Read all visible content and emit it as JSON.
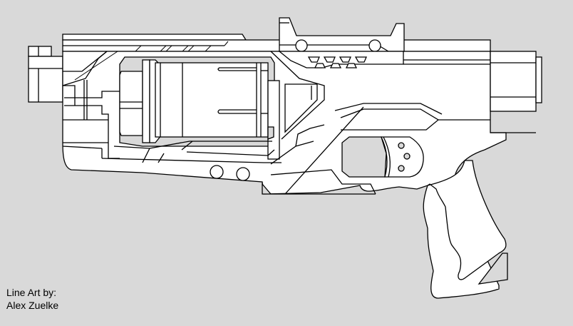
{
  "artwork": {
    "subject": "blaster line art",
    "background_color": "#d9d9d9",
    "fill_color": "#ffffff",
    "line_color": "#000000"
  },
  "credit": {
    "line1": "Line Art by:",
    "line2": "Alex Zuelke"
  }
}
